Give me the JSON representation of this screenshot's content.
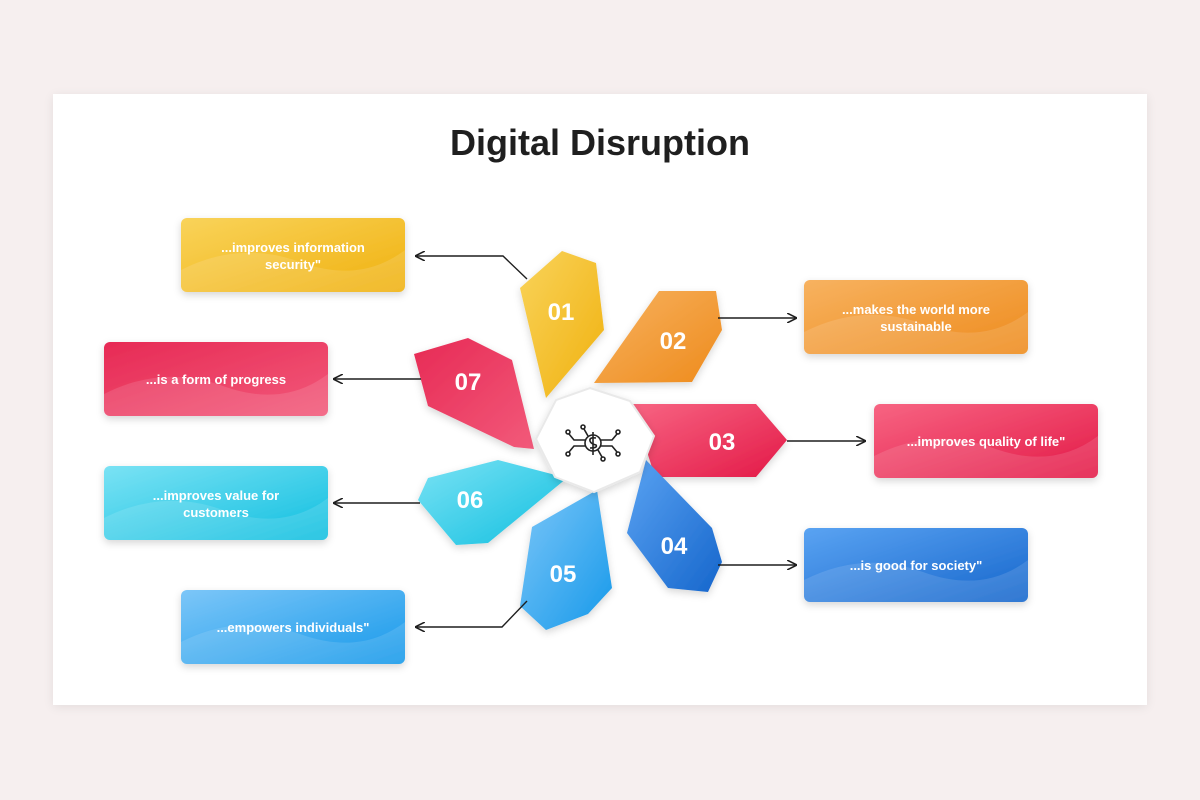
{
  "title": "Digital Disruption",
  "center_icon": "digital-dollar-circuit-icon",
  "items": [
    {
      "number": "01",
      "line1": "...improves information",
      "line2": "security\"",
      "color_a": "#f9d35a",
      "color_b": "#f0b10f"
    },
    {
      "number": "02",
      "line1": "...makes the world more",
      "line2": "sustainable",
      "color_a": "#f7b260",
      "color_b": "#ee8b1c"
    },
    {
      "number": "03",
      "line1": "...improves quality of life\"",
      "line2": "",
      "color_a": "#f76482",
      "color_b": "#e31947"
    },
    {
      "number": "04",
      "line1": "...is good for society\"",
      "line2": "",
      "color_a": "#5aa3f2",
      "color_b": "#1666cc"
    },
    {
      "number": "05",
      "line1": "...empowers individuals\"",
      "line2": "",
      "color_a": "#7cc6f8",
      "color_b": "#1699ea"
    },
    {
      "number": "06",
      "line1": "...improves value for",
      "line2": "customers",
      "color_a": "#7ae2f4",
      "color_b": "#10bfe0"
    },
    {
      "number": "07",
      "line1": "...is a form of progress",
      "line2": "",
      "color_a": "#e72a55",
      "color_b": "#f25a7a"
    }
  ]
}
